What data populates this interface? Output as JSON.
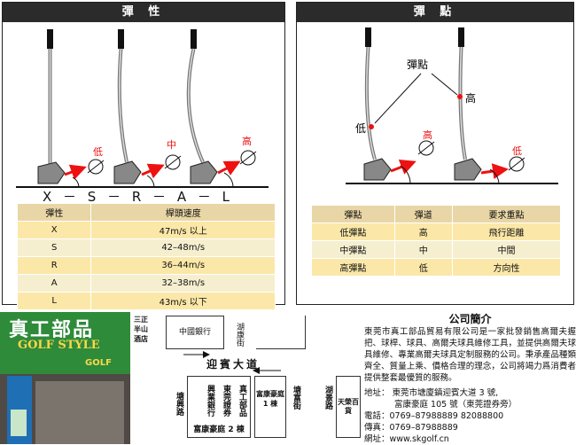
{
  "left_panel": {
    "title": "彈 性",
    "scale": "X － S － R － A － L",
    "markers": [
      "低",
      "中",
      "高"
    ],
    "table": {
      "headers": [
        "彈性",
        "桿頭速度"
      ],
      "rows": [
        [
          "X",
          "47m/s 以上"
        ],
        [
          "S",
          "42–48m/s"
        ],
        [
          "R",
          "36–44m/s"
        ],
        [
          "A",
          "32–38m/s"
        ],
        [
          "L",
          "43m/s 以下"
        ]
      ]
    }
  },
  "right_panel": {
    "title": "彈 點",
    "labels": {
      "kick_point": "彈點",
      "high": "高",
      "low": "低"
    },
    "markers": [
      "高",
      "低"
    ],
    "table": {
      "headers": [
        "彈點",
        "彈道",
        "要求重點"
      ],
      "rows": [
        [
          "低彈點",
          "高",
          "飛行距離"
        ],
        [
          "中彈點",
          "中",
          "中間"
        ],
        [
          "高彈點",
          "低",
          "方向性"
        ]
      ]
    }
  },
  "photo": {
    "sign_text": "真工部品",
    "logo_text": "GOLF STYLE",
    "sub_text": "GOLF"
  },
  "map": {
    "blocks": {
      "hotel": "三正半山酒店",
      "bank": "中國銀行",
      "hukang": "湖康街",
      "main_road": "迎賓大道",
      "tangxing": "塘興路",
      "shop": "真工部品",
      "dongguan_bank": "東莞證券",
      "xingye": "興業銀行",
      "building": "富康豪庭 2 棟",
      "building1": "富康豪庭 1 棟",
      "tangfu": "塘富街",
      "hujing": "湖景路",
      "mall": "天榮百貨"
    }
  },
  "company": {
    "title": "公司簡介",
    "body": "東莞市真工部品貿易有限公司是一家批發銷售高爾夫握把、球桿、球具、高爾夫球具維修工具，並提供高爾夫球具維修、專業高爾夫球具定制服務的公司。秉承產品種類齊全、質量上乘、價格合理的理念，公司將竭力爲消費者提供整套最優質的服務。",
    "address_label": "地址：",
    "address1": "東莞市塘廈鎮迎賓大道 3 號,",
    "address2": "富康豪庭 105 號（東莞證券旁）",
    "phone_label": "電話：",
    "phone": "0769–87988889  82088800",
    "fax_label": "傳真：",
    "fax": "0769–87988889",
    "web_label": "網址：",
    "web": "www.skgolf.cn"
  }
}
